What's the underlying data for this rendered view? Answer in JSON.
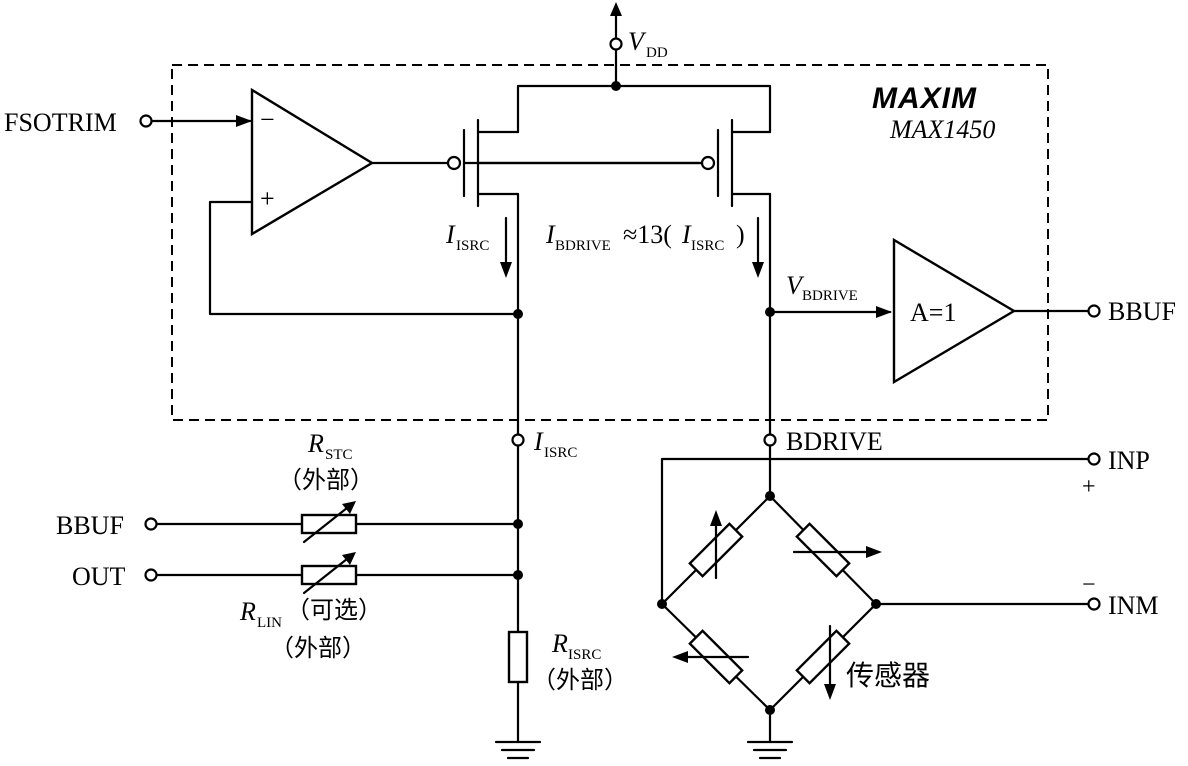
{
  "labels": {
    "vdd_main": "V",
    "vdd_sub": "DD",
    "fsotrim": "FSOTRIM",
    "logo": "MAXIM",
    "part": "MAX1450",
    "opamp_minus": "−",
    "opamp_plus": "+",
    "isrc_i": "I",
    "isrc_sub": "ISRC",
    "ibdrive_i": "I",
    "ibdrive_sub": "BDRIVE",
    "ibdrive_mid": "≈13(",
    "ibdrive_i2": "I",
    "ibdrive_sub2": "ISRC",
    "ibdrive_close": ")",
    "vbdrive_v": "V",
    "vbdrive_sub": "BDRIVE",
    "buffer_gain": "A=1",
    "bbuf_out": "BBUF",
    "isrc_pin_i": "I",
    "isrc_pin_sub": "ISRC",
    "bdrive_pin": "BDRIVE",
    "inp": "INP",
    "inp_sign": "+",
    "inm": "INM",
    "inm_sign": "−",
    "rstc_r": "R",
    "rstc_sub": "STC",
    "rstc_note": "（外部）",
    "bbuf_in": "BBUF",
    "out_in": "OUT",
    "rlin_r": "R",
    "rlin_sub": "LIN",
    "rlin_note1": "（可选）",
    "rlin_note2": "（外部）",
    "risrc_r": "R",
    "risrc_sub": "ISRC",
    "risrc_note": "（外部）",
    "sensor": "传感器"
  }
}
